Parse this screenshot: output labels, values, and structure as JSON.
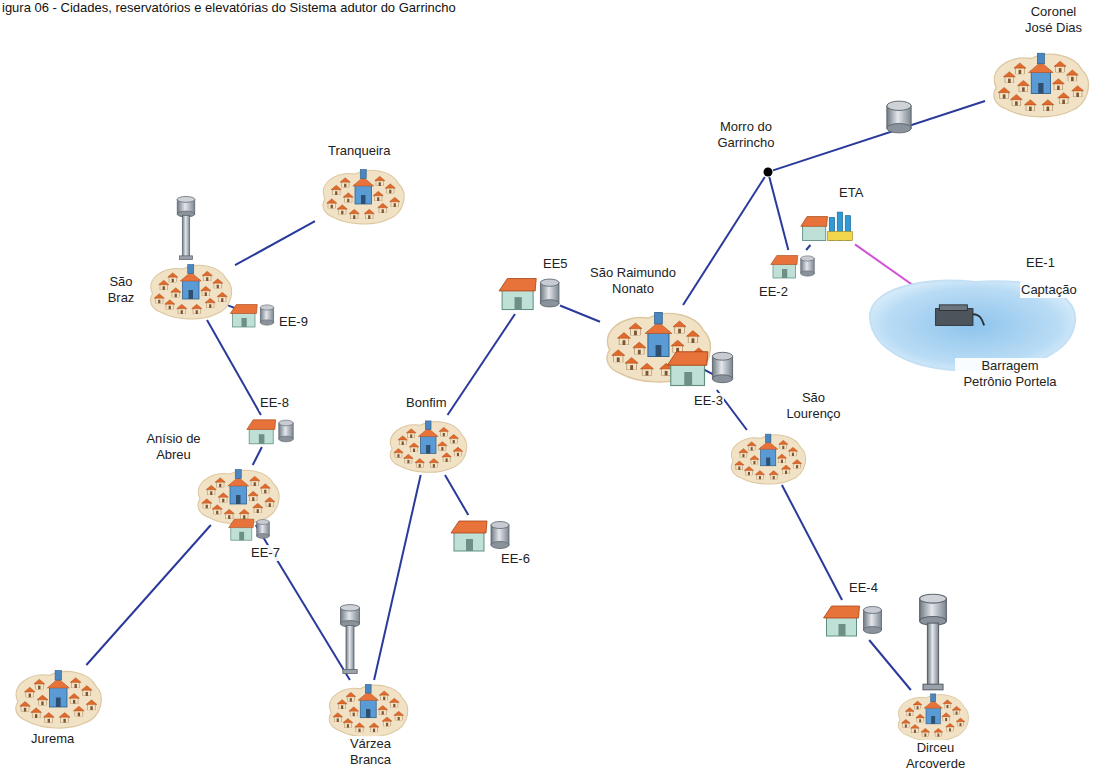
{
  "diagram": {
    "title": "igura 06 - Cidades, reservatórios e elevatórias do Sistema adutor do Garrincho",
    "nodes": [
      {
        "text": [
          "Coronel José Dias"
        ]
      },
      {
        "text": [
          "Tranqueira"
        ]
      },
      {
        "text": [
          "Morro do Garrincho"
        ]
      },
      {
        "text": [
          "ETA"
        ]
      },
      {
        "text": [
          "EE-2"
        ]
      },
      {
        "text": [
          "EE-1"
        ]
      },
      {
        "text": [
          "São Raimundo Nonato"
        ]
      },
      {
        "text": [
          "São Braz"
        ]
      },
      {
        "text": [
          "EE-9"
        ]
      },
      {
        "text": [
          "EE5"
        ]
      },
      {
        "text": [
          "EE-3"
        ]
      },
      {
        "text": [
          "EE-8"
        ]
      },
      {
        "text": [
          "Bonfim"
        ]
      },
      {
        "text": [
          "São Lourenço"
        ]
      },
      {
        "text": [
          "Anísio de Abreu"
        ]
      },
      {
        "text": [
          "EE-6"
        ]
      },
      {
        "text": [
          "EE-7"
        ]
      },
      {
        "text": [
          "EE-4"
        ]
      },
      {
        "text": [
          "Jurema"
        ]
      },
      {
        "text": [
          "Várzea Branca"
        ]
      },
      {
        "text": [
          "Dirceu Arcoverde"
        ]
      }
    ],
    "edges": [
      {
        "from": 5,
        "to": 3,
        "arrow": "none"
      },
      {
        "from": 3,
        "to": 4,
        "arrow": "none"
      },
      {
        "from": 4,
        "to": 2,
        "arrow": "none"
      },
      {
        "from": 2,
        "to": 0,
        "arrow": "none"
      },
      {
        "from": 2,
        "to": 6,
        "arrow": "none"
      },
      {
        "from": 6,
        "to": 9,
        "arrow": "none"
      },
      {
        "from": 9,
        "to": 12,
        "arrow": "none"
      },
      {
        "from": 12,
        "to": 15,
        "arrow": "none"
      },
      {
        "from": 12,
        "to": 19,
        "arrow": "none"
      },
      {
        "from": 19,
        "to": 14,
        "arrow": "none"
      },
      {
        "from": 14,
        "to": 16,
        "arrow": "none"
      },
      {
        "from": 14,
        "to": 18,
        "arrow": "none"
      },
      {
        "from": 14,
        "to": 11,
        "arrow": "none"
      },
      {
        "from": 11,
        "to": 7,
        "arrow": "none"
      },
      {
        "from": 7,
        "to": 8,
        "arrow": "none"
      },
      {
        "from": 7,
        "to": 1,
        "arrow": "none"
      },
      {
        "from": 6,
        "to": 10,
        "arrow": "none"
      },
      {
        "from": 10,
        "to": 13,
        "arrow": "none"
      },
      {
        "from": 13,
        "to": 17,
        "arrow": "none"
      },
      {
        "from": 17,
        "to": 20,
        "arrow": "none"
      }
    ],
    "labels": [
      "Captação",
      "Barragem Petrônio Portela"
    ]
  }
}
